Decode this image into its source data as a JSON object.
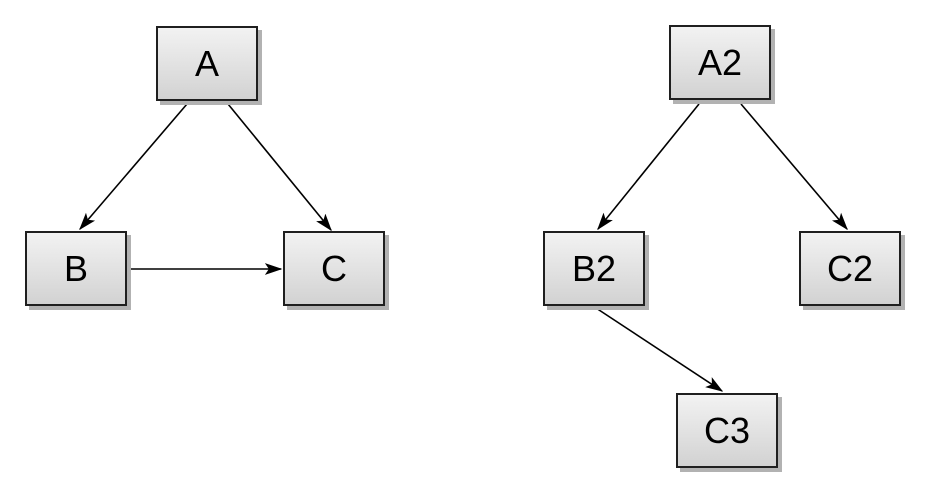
{
  "diagram": {
    "background_color": "#ffffff",
    "colors": {
      "node_fill_top": "#f2f2f2",
      "node_fill_bottom": "#d2d2d2",
      "node_border": "#1f1f1f",
      "node_shadow": "#b2b2b2",
      "edge_arrow": "#000000",
      "label_text": "#000000"
    },
    "graphs": [
      {
        "name": "left-graph",
        "nodes": [
          {
            "id": "A",
            "label": "A"
          },
          {
            "id": "B",
            "label": "B"
          },
          {
            "id": "C",
            "label": "C"
          }
        ],
        "edges": [
          {
            "from": "A",
            "to": "B"
          },
          {
            "from": "A",
            "to": "C"
          },
          {
            "from": "B",
            "to": "C"
          }
        ]
      },
      {
        "name": "right-graph",
        "nodes": [
          {
            "id": "A2",
            "label": "A2"
          },
          {
            "id": "B2",
            "label": "B2"
          },
          {
            "id": "C2",
            "label": "C2"
          },
          {
            "id": "C3",
            "label": "C3"
          }
        ],
        "edges": [
          {
            "from": "A2",
            "to": "B2"
          },
          {
            "from": "A2",
            "to": "C2"
          },
          {
            "from": "B2",
            "to": "C3"
          }
        ]
      }
    ]
  }
}
